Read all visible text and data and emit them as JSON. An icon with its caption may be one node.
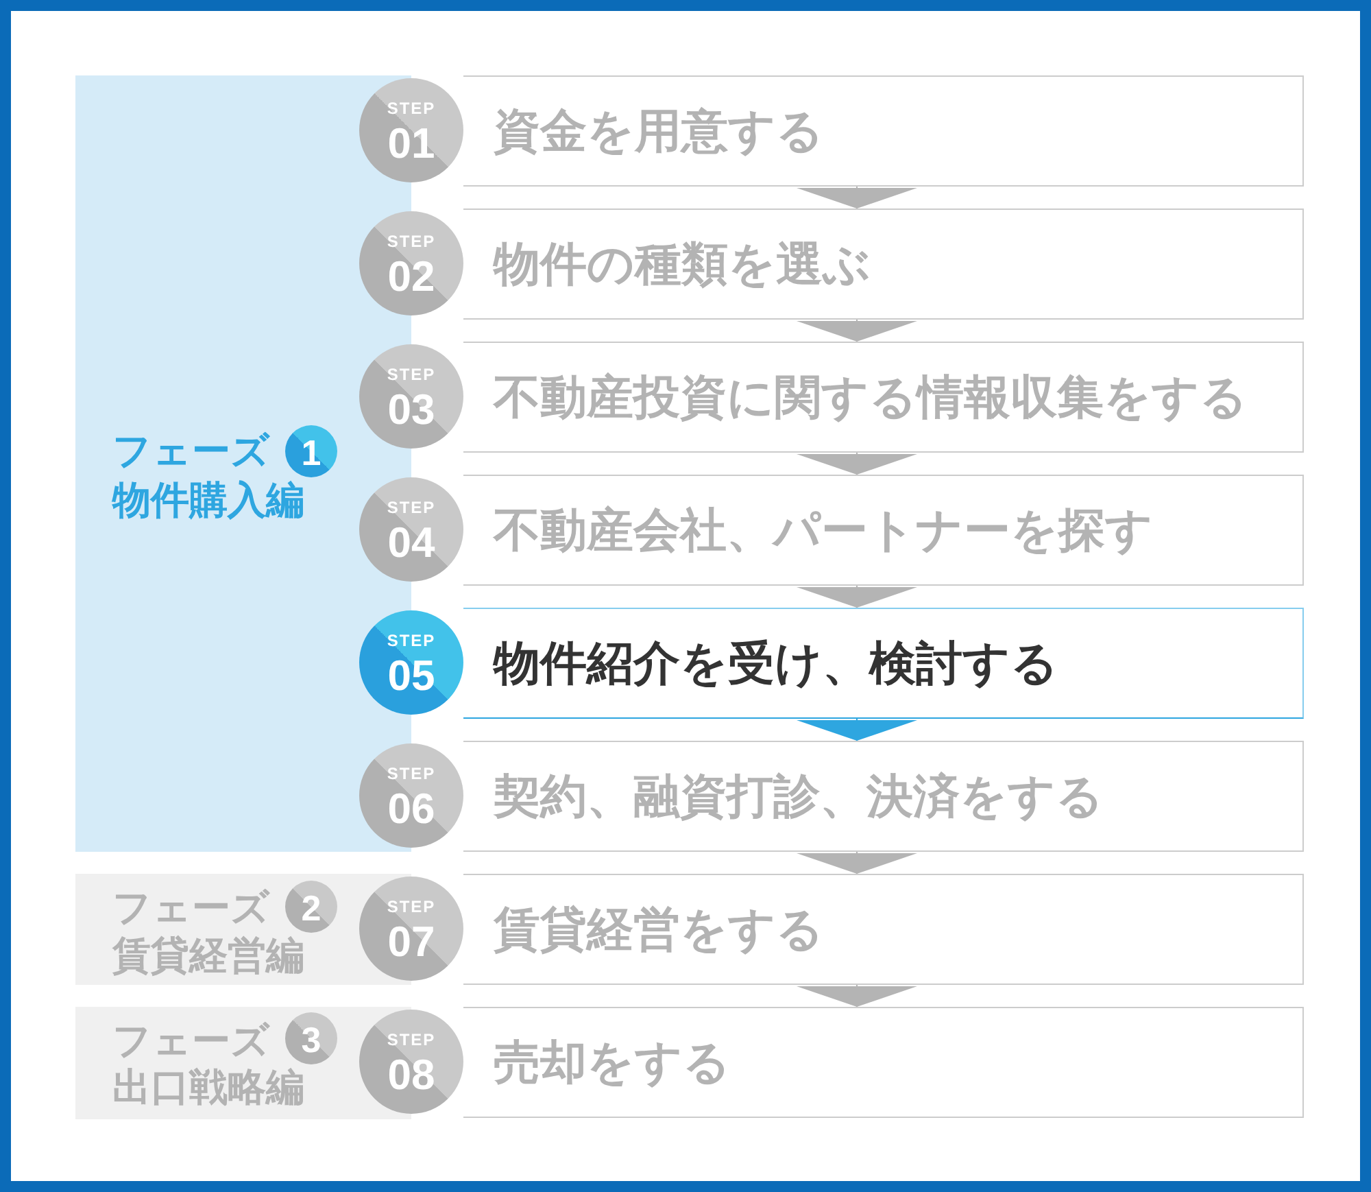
{
  "diagram": {
    "nodes": [
      {
        "text": [
          "フェーズ",
          "物件購入編"
        ]
      },
      {
        "text": [
          "1"
        ],
        "in": 0
      },
      {
        "text": [
          "フェーズ",
          "賃貸経営編"
        ]
      },
      {
        "text": [
          "2"
        ],
        "in": 2
      },
      {
        "text": [
          "フェーズ",
          "出口戦略編"
        ]
      },
      {
        "text": [
          "3"
        ],
        "in": 4
      },
      {
        "text": [
          "STEP",
          "01"
        ]
      },
      {
        "text": [
          "資金を用意する"
        ]
      },
      {
        "text": [
          "STEP",
          "02"
        ]
      },
      {
        "text": [
          "物件の種類を選ぶ"
        ]
      },
      {
        "text": [
          "STEP",
          "03"
        ]
      },
      {
        "text": [
          "不動産投資に関する情報収集をする"
        ]
      },
      {
        "text": [
          "STEP",
          "04"
        ]
      },
      {
        "text": [
          "不動産会社、パートナーを探す"
        ]
      },
      {
        "text": [
          "STEP",
          "05"
        ]
      },
      {
        "text": [
          "物件紹介を受け、検討する"
        ]
      },
      {
        "text": [
          "STEP",
          "06"
        ]
      },
      {
        "text": [
          "契約、融資打診、決済をする"
        ]
      },
      {
        "text": [
          "STEP",
          "07"
        ]
      },
      {
        "text": [
          "賃貸経営をする"
        ]
      },
      {
        "text": [
          "STEP",
          "08"
        ]
      },
      {
        "text": [
          "売却をする"
        ]
      }
    ],
    "edges": [
      {
        "from": 7,
        "to": 9,
        "arrow": "to"
      },
      {
        "from": 9,
        "to": 11,
        "arrow": "to"
      },
      {
        "from": 11,
        "to": 13,
        "arrow": "to"
      },
      {
        "from": 13,
        "to": 15,
        "arrow": "to"
      },
      {
        "from": 15,
        "to": 17,
        "arrow": "to",
        "color": "#2ea6e0"
      },
      {
        "from": 17,
        "to": 19,
        "arrow": "to"
      },
      {
        "from": 19,
        "to": 21,
        "arrow": "to"
      }
    ]
  }
}
